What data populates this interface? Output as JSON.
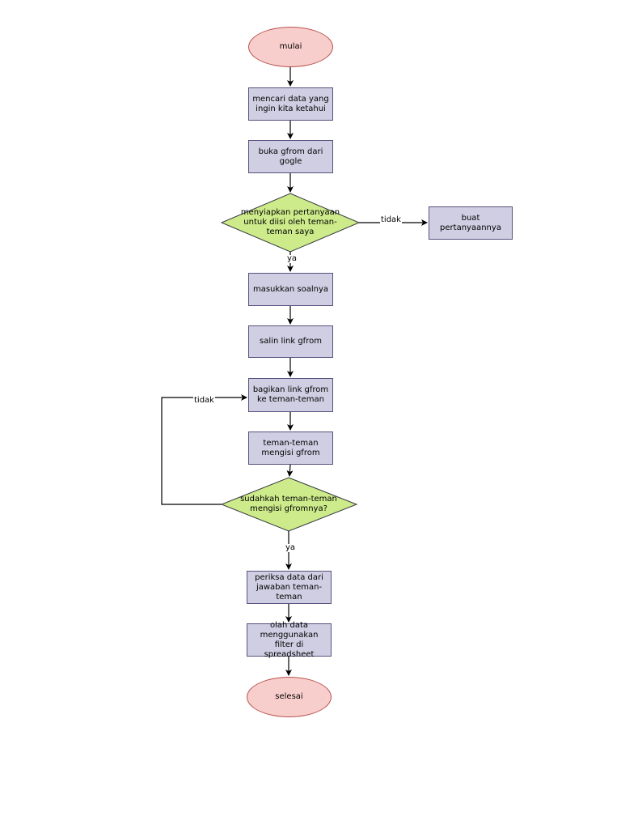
{
  "colors": {
    "terminal_fill": "#f8cecc",
    "terminal_stroke": "#b85450",
    "process_fill": "#d0cee2",
    "process_stroke": "#56517e",
    "decision_fill": "#cdeb8b",
    "decision_stroke": "#36393d",
    "edge": "#000000"
  },
  "nodes": {
    "start": "mulai",
    "find_data": "mencari data yang ingin kita ketahui",
    "open_gform": "buka gfrom dari gogle",
    "prepare_questions": "menyiapkan pertanyaan untuk diisi oleh teman-teman saya",
    "make_questions": "buat pertanyaannya",
    "enter_questions": "masukkan soalnya",
    "copy_link": "salin link gfrom",
    "share_link": "bagikan link gfrom ke teman-teman",
    "friends_fill": "teman-teman mengisi gfrom",
    "filled_check": "sudahkah teman-teman mengisi gfromnya?",
    "check_data": "periksa data dari jawaban teman-teman",
    "process_data": "olah data menggunakan filter di spreadsheet",
    "end": "selesai"
  },
  "edge_labels": {
    "prepare_no": "tidak",
    "prepare_yes": "ya",
    "filled_no": "tidak",
    "filled_yes": "ya"
  }
}
